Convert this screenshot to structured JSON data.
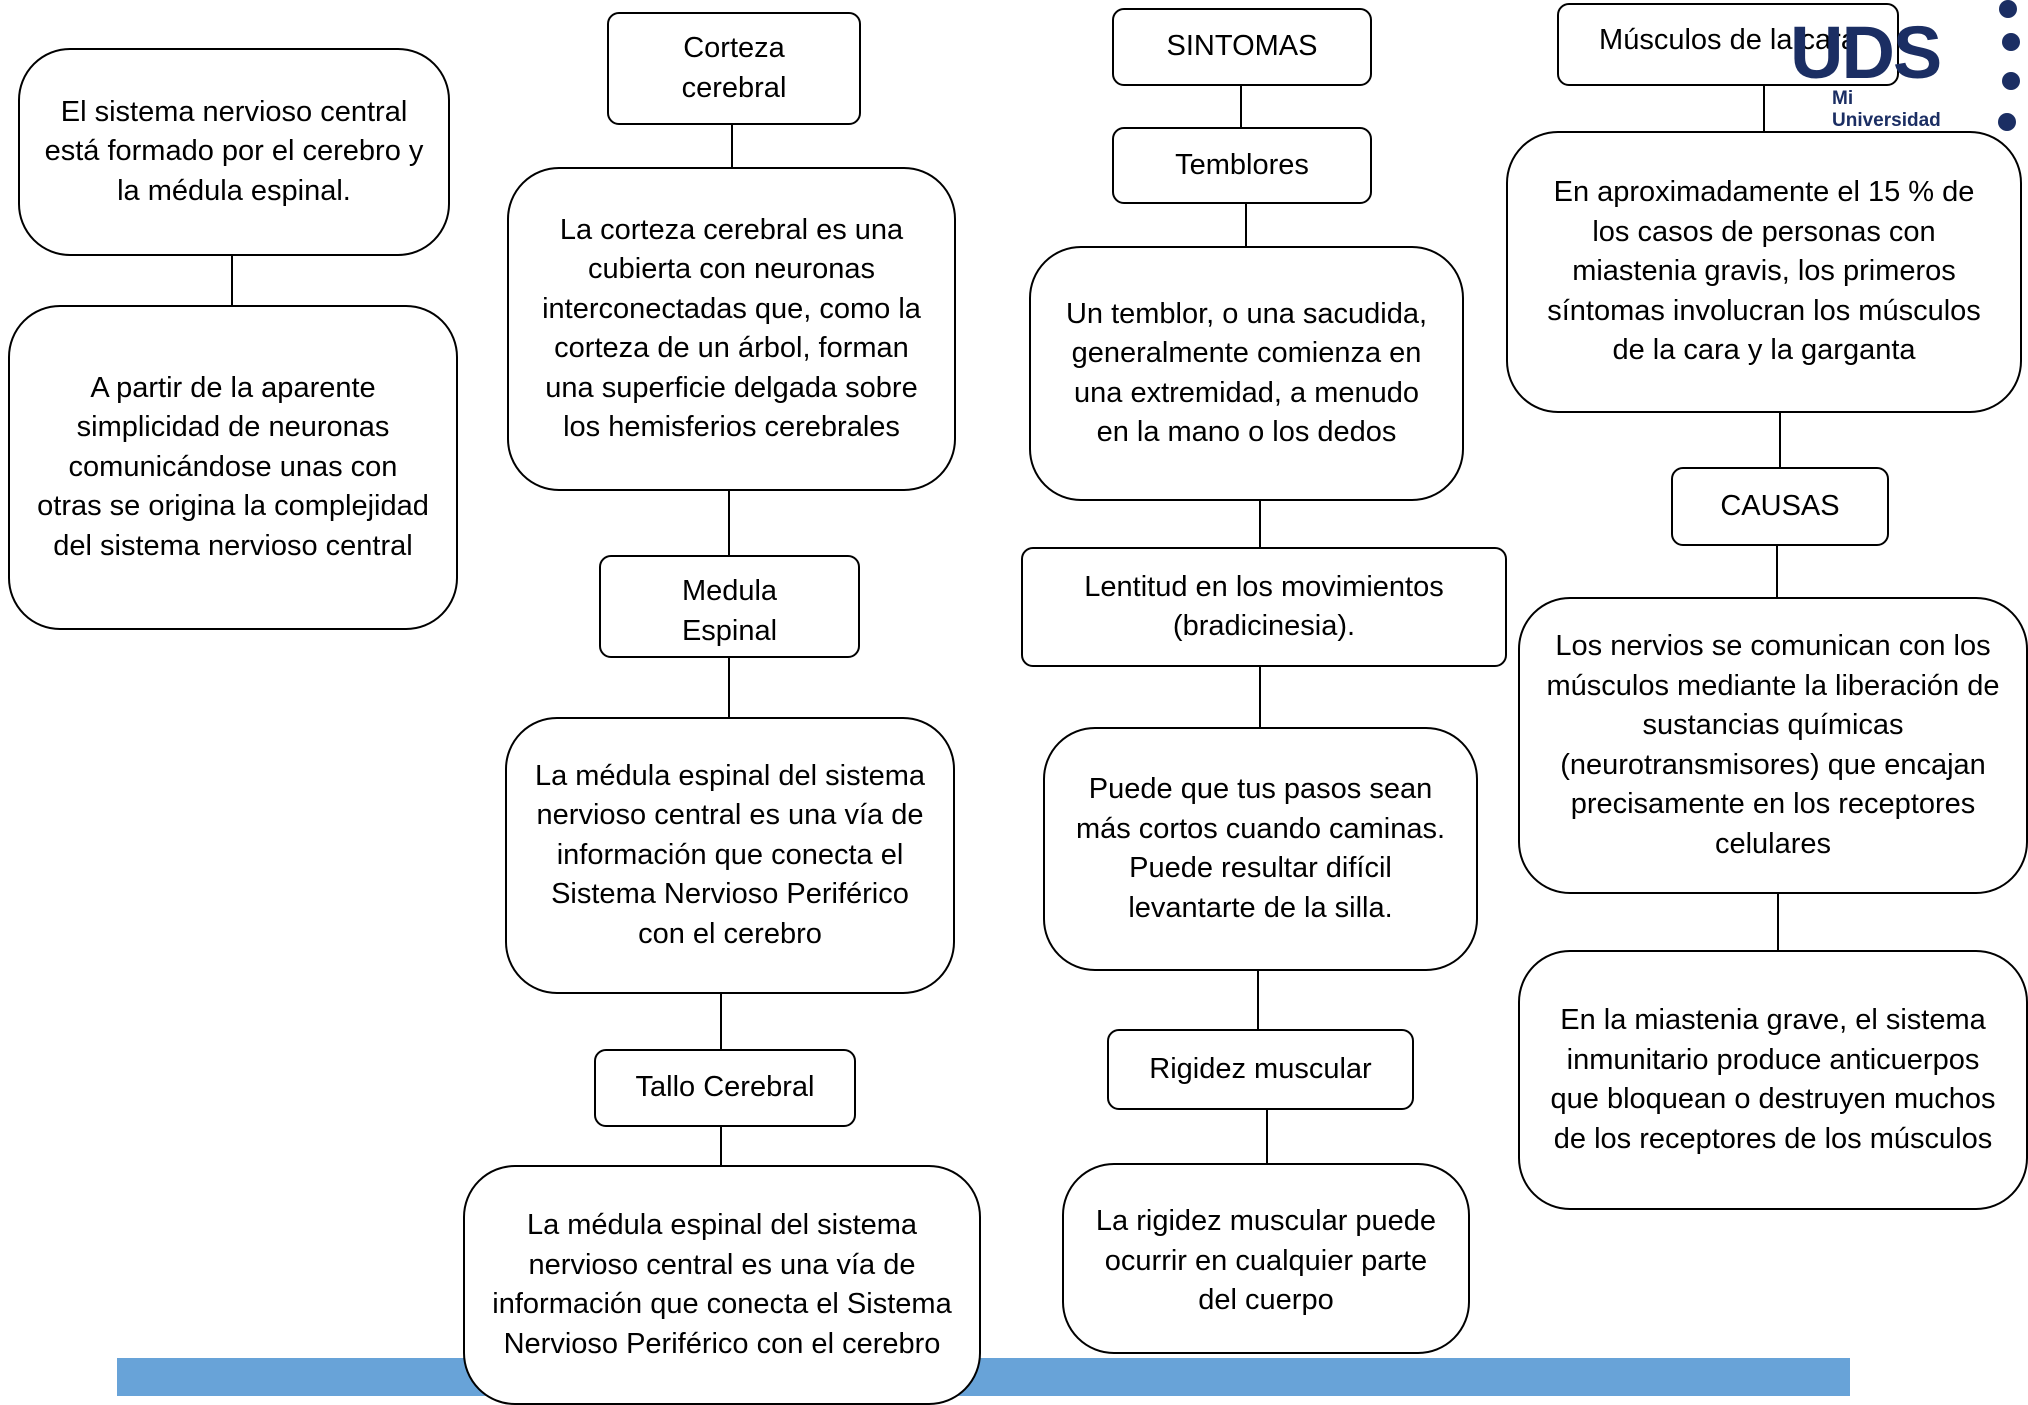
{
  "columns": {
    "col1": {
      "box1": "El sistema nervioso central está formado por el cerebro y la médula espinal.",
      "box2": "A partir de la aparente simplicidad de neuronas comunicándose unas con otras se origina la complejidad del sistema nervioso central"
    },
    "col2": {
      "corteza_title": "Corteza cerebral",
      "corteza_desc": "La corteza cerebral es una cubierta con neuronas interconectadas que, como la corteza de un árbol, forman una superficie delgada sobre los hemisferios cerebrales",
      "medula_title": "Medula Espinal",
      "medula_desc": "La médula espinal del sistema nervioso central es una vía de información que conecta el Sistema Nervioso Periférico con el cerebro",
      "tallo_title": "Tallo Cerebral",
      "tallo_desc": "La médula espinal del sistema nervioso central es una vía de información que conecta el Sistema Nervioso Periférico con el cerebro"
    },
    "col3": {
      "sintomas_title": "SINTOMAS",
      "temblores_title": "Temblores",
      "temblores_desc": "Un temblor, o una sacudida, generalmente comienza en una extremidad, a menudo en la mano o los dedos",
      "lentitud": "Lentitud en los movimientos (bradicinesia).",
      "pasos_desc": "Puede que tus pasos sean más cortos cuando caminas. Puede resultar difícil levantarte de la silla.",
      "rigidez_title": "Rigidez muscular",
      "rigidez_desc": "La rigidez muscular puede ocurrir en cualquier parte del cuerpo"
    },
    "col4": {
      "musculos_title": "Músculos de la cara",
      "musculos_desc": "En aproximadamente el 15 % de los casos de personas con miastenia gravis, los primeros síntomas involucran los músculos de la cara y la garganta",
      "causas_title": "CAUSAS",
      "causas_desc": "Los nervios se comunican con los músculos mediante la liberación de sustancias químicas (neurotransmisores) que encajan precisamente en los receptores celulares",
      "miastenia_desc": "En la miastenia grave, el sistema inmunitario produce anticuerpos que bloquean o destruyen muchos de los receptores de los músculos"
    }
  },
  "logo": {
    "name": "UDS",
    "tagline": "Mi Universidad"
  },
  "colors": {
    "band": "#5b9bd5",
    "logo": "#1b2e63"
  }
}
